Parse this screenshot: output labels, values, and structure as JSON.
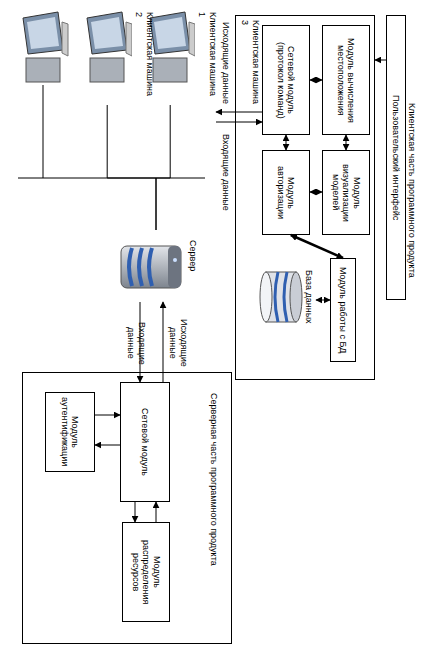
{
  "diagram": {
    "nodes": [
      {
        "text": [
          "Клиентская машина 1"
        ]
      },
      {
        "text": [
          "Клиентская машина 2"
        ]
      },
      {
        "text": [
          "Сервер"
        ]
      },
      {
        "text": [
          "Серверная часть программного продукта"
        ]
      },
      {
        "text": [
          "Модуль аутентификации"
        ],
        "in": 3
      },
      {
        "text": [
          "Сетевой модуль"
        ],
        "in": 3
      },
      {
        "text": [
          "Модуль распределения ресурсов"
        ],
        "in": 3
      },
      {
        "text": [
          "Клиентская машина 3"
        ]
      },
      {
        "text": [
          "Сетевой модуль (протокол команд)"
        ],
        "in": 7
      },
      {
        "text": [
          "Модуль вычисления местоположения"
        ],
        "in": 7
      },
      {
        "text": [
          "Модуль авторизации"
        ],
        "in": 7
      },
      {
        "text": [
          "Модуль визуализации моделей"
        ],
        "in": 7
      },
      {
        "text": [
          "База данных"
        ],
        "in": 7
      },
      {
        "text": [
          "Модуль работы с БД"
        ],
        "in": 7
      },
      {
        "text": [
          "Пользовательский интерфейс"
        ]
      }
    ],
    "edges": [
      {
        "from": 0,
        "to": 2,
        "arrow": "none"
      },
      {
        "from": 1,
        "to": 2,
        "arrow": "none"
      },
      {
        "from": 2,
        "to": 5,
        "label": "Входящие данные",
        "arrow": "to"
      },
      {
        "from": 5,
        "to": 2,
        "label": "Исходящие данные",
        "arrow": "to"
      },
      {
        "from": 5,
        "to": 4,
        "arrow": "to"
      },
      {
        "from": 4,
        "to": 5,
        "arrow": "to"
      },
      {
        "from": 5,
        "to": 6,
        "arrow": "to"
      },
      {
        "from": 6,
        "to": 5,
        "arrow": "to"
      },
      {
        "from": 8,
        "to": 9,
        "arrow": "both"
      },
      {
        "from": 8,
        "to": 10,
        "arrow": "both"
      },
      {
        "from": 9,
        "to": 11,
        "arrow": "both"
      },
      {
        "from": 10,
        "to": 11,
        "arrow": "both"
      },
      {
        "from": 12,
        "to": 13,
        "arrow": "both"
      },
      {
        "from": 13,
        "to": 10,
        "arrow": "both"
      },
      {
        "from": 14,
        "to": 7,
        "arrow": "to"
      }
    ],
    "labels": [
      "Исходящие данные",
      "Входящие данные",
      "Клиентская часть программного продукта"
    ]
  }
}
